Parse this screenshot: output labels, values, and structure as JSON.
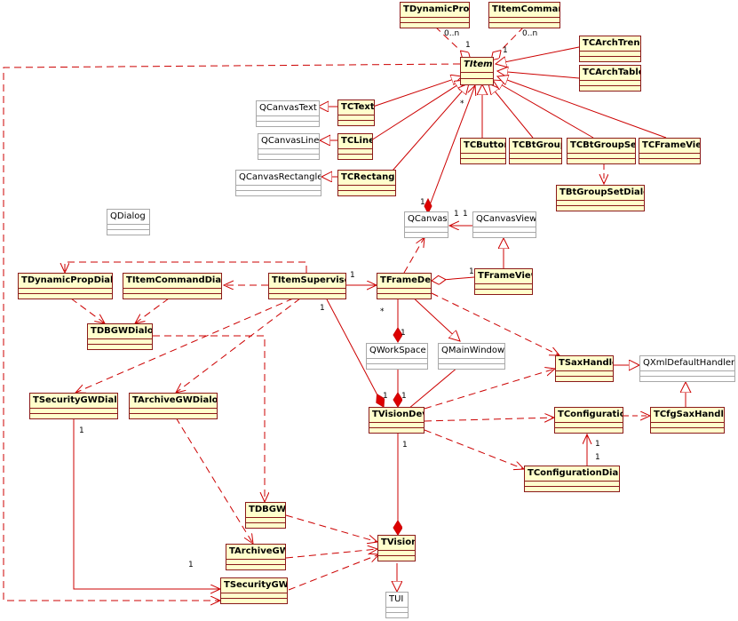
{
  "colors": {
    "edge": "#cc0000",
    "box_border": "#8b1a1a",
    "box_fill": "#ffffcc",
    "external_border": "#a8a8a8",
    "external_fill": "#ffffff"
  },
  "classes": {
    "tdynamicprop": "TDynamicProp",
    "titemcommand": "TItemCommand",
    "titem": "TItem",
    "tcarchtrend": "TCArchTrend",
    "tcarchtable": "TCArchTable",
    "qcanvastext": "QCanvasText",
    "tctext": "TCText",
    "qcanvasline": "QCanvasLine",
    "tcline": "TCLine",
    "qcanvasrectangle": "QCanvasRectangle",
    "tcrectangle": "TCRectangle",
    "tcbutton": "TCButton",
    "tcbtgroup": "TCBtGroup",
    "tcbtgroupset": "TCBtGroupSet",
    "tcframeview": "TCFrameView",
    "tbtgroupsetdialog": "TBtGroupSetDialog",
    "qdialog": "QDialog",
    "qcanvas": "QCanvas",
    "qcanvasview": "QCanvasView",
    "tdynamicpropdialog": "TDynamicPropDialog",
    "titemcommanddialog": "TItemCommandDialog",
    "titemsupervisor": "TItemSupervisor",
    "tframedev": "TFrameDev",
    "tframeview": "TFrameView",
    "tdbgwdialog": "TDBGWDialog",
    "qworkspace": "QWorkSpace",
    "qmainwindow": "QMainWindow",
    "tsaxhandler": "TSaxHandler",
    "qxmldefaulthandler": "QXmlDefaultHandler",
    "tsecuritygwdialog": "TSecurityGWDialog",
    "tarchivegwdialog": "TArchiveGWDialog",
    "tvisiondev": "TVisionDev",
    "tconfiguration": "TConfiguration",
    "tcfgsaxhandler": "TCfgSaxHandler",
    "tconfigurationdialog": "TConfigurationDialog",
    "tdbgw": "TDBGW",
    "tarchivegw": "TArchiveGW",
    "tvision": "TVision",
    "tsecuritygw": "TSecurityGW",
    "tui": "TUI"
  },
  "multiplicities": {
    "prop_zero_n": "0..n",
    "prop_one": "1",
    "cmd_one": "1",
    "cmd_zero_n": "0..n",
    "item_star": "*",
    "canvas_one": "1",
    "canvas_view_left": "1",
    "canvas_view_right": "1",
    "sup_frame": "1",
    "frame_view": "1",
    "sup_down": "1",
    "frame_star": "*",
    "ws_top": "1",
    "vd_left": "1",
    "vd_right": "1",
    "conf_dialog_top": "1",
    "conf_dialog_bottom": "1",
    "sec_one": "1",
    "vd_bottom": "1",
    "lone_one": "1"
  }
}
